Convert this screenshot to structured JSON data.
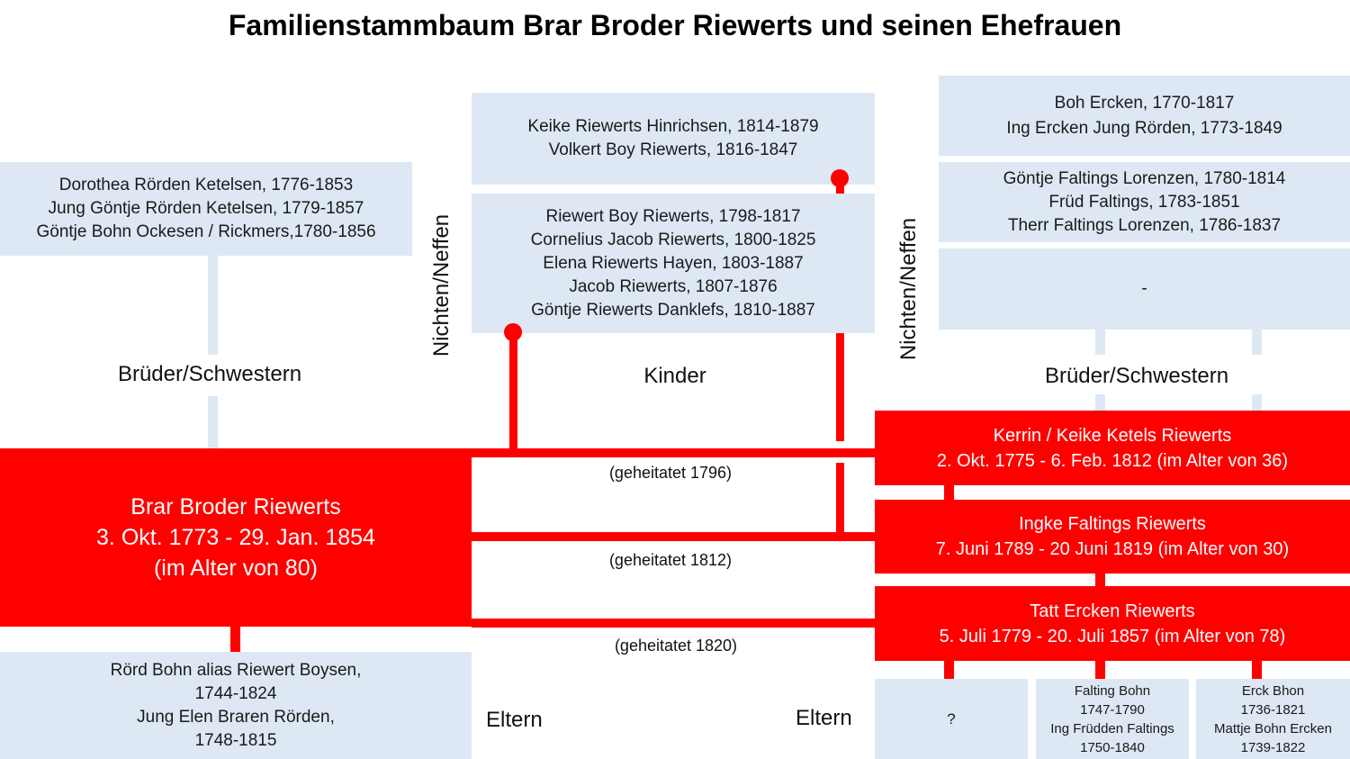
{
  "title": "Familienstammbaum Brar Broder Riewerts und seinen Ehefrauen",
  "left": {
    "siblings": [
      "Dorothea Rörden Ketelsen, 1776-1853",
      "Jung Göntje Rörden Ketelsen, 1779-1857",
      "Göntje Bohn Ockesen / Rickmers,1780-1856"
    ],
    "siblings_label": "Brüder/Schwestern",
    "main_person": [
      "Brar Broder Riewerts",
      "3. Okt. 1773 - 29. Jan. 1854",
      "(im Alter von 80)"
    ],
    "parents": [
      "Rörd Bohn alias Riewert Boysen,",
      "1744-1824",
      "Jung Elen Braren Rörden,",
      "1748-1815"
    ]
  },
  "center": {
    "grandchildren": [
      "Keike Riewerts Hinrichsen, 1814-1879",
      "Volkert Boy Riewerts, 1816-1847"
    ],
    "children": [
      "Riewert Boy Riewerts, 1798-1817",
      "Cornelius Jacob Riewerts, 1800-1825",
      "Elena Riewerts Hayen, 1803-1887",
      "Jacob Riewerts, 1807-1876",
      "Göntje Riewerts Danklefs, 1810-1887"
    ],
    "children_label": "Kinder",
    "nieces_label": "Nichten/Neffen",
    "marriages": [
      "(geheitatet 1796)",
      "(geheitatet 1812)",
      "(geheitatet 1820)"
    ],
    "parents_label_left": "Eltern",
    "parents_label_right": "Eltern"
  },
  "right": {
    "nieces_label": "Nichten/Neffen",
    "siblings_label": "Brüder/Schwestern",
    "siblings_box1": [
      "Boh Ercken, 1770-1817",
      "Ing Ercken Jung Rörden, 1773-1849"
    ],
    "siblings_box2": [
      "Göntje Faltings Lorenzen, 1780-1814",
      "Früd Faltings, 1783-1851",
      "Therr Faltings Lorenzen, 1786-1837"
    ],
    "siblings_box3": "-",
    "wives": [
      [
        "Kerrin / Keike Ketels Riewerts",
        "2. Okt. 1775 - 6. Feb. 1812 (im Alter von 36)"
      ],
      [
        "Ingke Faltings Riewerts",
        "7. Juni 1789 - 20 Juni 1819 (im Alter von 30)"
      ],
      [
        "Tatt Ercken Riewerts",
        "5. Juli 1779 - 20. Juli 1857 (im Alter von 78)"
      ]
    ],
    "parents1": "?",
    "parents2": [
      "Falting Bohn",
      "1747-1790",
      "Ing Früdden Faltings",
      "1750-1840"
    ],
    "parents3": [
      "Erck Bhon",
      "1736-1821",
      "Mattje Bohn Ercken",
      "1739-1822"
    ]
  },
  "colors": {
    "red": "#ff0000",
    "light_blue": "#dde8f4"
  }
}
